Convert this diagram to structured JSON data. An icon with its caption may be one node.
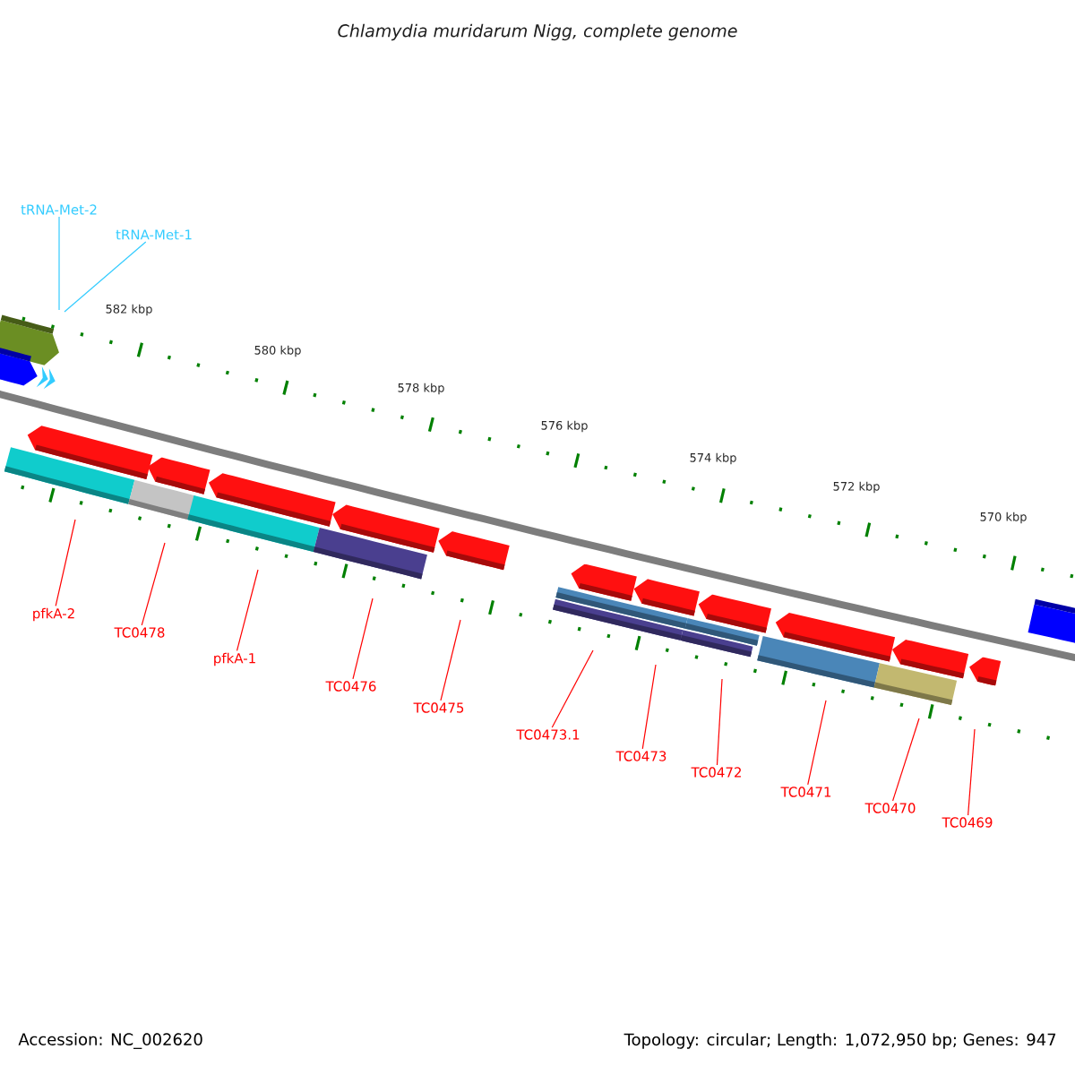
{
  "diagram": {
    "title": "Chlamydia muridarum Nigg, complete genome",
    "nodes": [
      {
        "text": [
          "tRNA-Met-2"
        ]
      },
      {
        "text": [
          "tRNA-Met-1"
        ]
      },
      {
        "text": [
          "pfkA-2"
        ]
      },
      {
        "text": [
          "TC0478"
        ]
      },
      {
        "text": [
          "pfkA-1"
        ]
      },
      {
        "text": [
          "TC0476"
        ]
      },
      {
        "text": [
          "TC0475"
        ]
      },
      {
        "text": [
          "TC0473.1"
        ]
      },
      {
        "text": [
          "TC0473"
        ]
      },
      {
        "text": [
          "TC0472"
        ]
      },
      {
        "text": [
          "TC0471"
        ]
      },
      {
        "text": [
          "TC0470"
        ]
      },
      {
        "text": [
          "TC0469"
        ]
      }
    ],
    "edges": [
      {
        "from": 0,
        "to": null,
        "arrow": "none",
        "color": "#33ccff"
      },
      {
        "from": 1,
        "to": null,
        "arrow": "none",
        "color": "#33ccff"
      },
      {
        "from": 2,
        "to": null,
        "arrow": "none"
      },
      {
        "from": 3,
        "to": null,
        "arrow": "none"
      },
      {
        "from": 4,
        "to": null,
        "arrow": "none"
      },
      {
        "from": 5,
        "to": null,
        "arrow": "none"
      },
      {
        "from": 6,
        "to": null,
        "arrow": "none"
      },
      {
        "from": 7,
        "to": null,
        "arrow": "none"
      },
      {
        "from": 8,
        "to": null,
        "arrow": "none"
      },
      {
        "from": 9,
        "to": null,
        "arrow": "none"
      },
      {
        "from": 10,
        "to": null,
        "arrow": "none"
      },
      {
        "from": 11,
        "to": null,
        "arrow": "none"
      },
      {
        "from": 12,
        "to": null,
        "arrow": "none"
      }
    ],
    "labels": [
      "582 kbp",
      "580 kbp",
      "578 kbp",
      "576 kbp",
      "574 kbp",
      "572 kbp",
      "570 kbp",
      "Accession: NC_002620",
      "Topology: circular; Length: 1,072,950 bp; Genes: 947"
    ]
  }
}
